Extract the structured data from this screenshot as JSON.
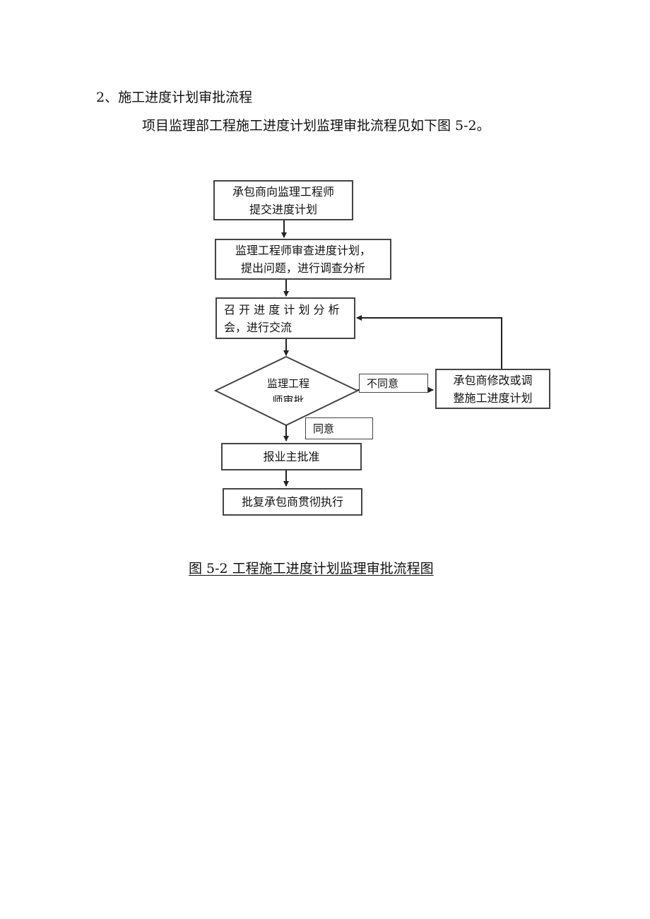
{
  "section": {
    "heading": "2、施工进度计划审批流程",
    "intro": "项目监理部工程施工进度计划监理审批流程见如下图 5-2。"
  },
  "flowchart": {
    "step1": {
      "line1": "承包商向监理工程师",
      "line2": "提交进度计划"
    },
    "step2": {
      "line1": "监理工程师审查进度计划，",
      "line2": "提出问题，进行调查分析"
    },
    "step3": {
      "line1": "召 开 进 度 计 划 分 析",
      "line2": "会，进行交流"
    },
    "decision": {
      "line1": "监理工程",
      "line2": "师审批"
    },
    "reject_label": "不同意",
    "revise": {
      "line1": "承包商修改或调",
      "line2": "整施工进度计划"
    },
    "approve_label": "同意",
    "step4": "报业主批准",
    "step5": "批复承包商贯彻执行"
  },
  "caption": "图 5-2 工程施工进度计划监理审批流程图"
}
